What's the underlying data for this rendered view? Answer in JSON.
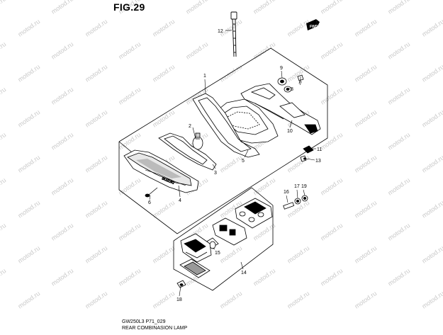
{
  "figure": {
    "title": "FIG.29",
    "caption_code": "GW250L3 P71_029",
    "caption_name": "REAR COMBINASION LAMP"
  },
  "watermark": "motod.ru",
  "callouts": [
    "1",
    "2",
    "3",
    "4",
    "5",
    "6",
    "7",
    "8",
    "9",
    "10",
    "11",
    "12",
    "13",
    "14",
    "15",
    "16",
    "17",
    "18",
    "19"
  ],
  "colors": {
    "line": "#000000",
    "watermark": "#c9c9c9",
    "background": "#ffffff"
  }
}
